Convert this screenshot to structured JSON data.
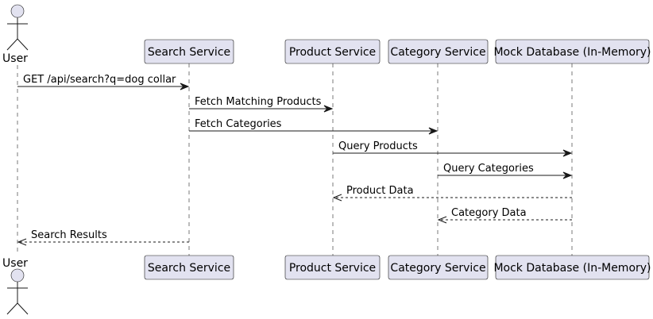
{
  "participants": [
    {
      "id": "user",
      "label": "User",
      "kind": "actor"
    },
    {
      "id": "search",
      "label": "Search Service",
      "kind": "box"
    },
    {
      "id": "product",
      "label": "Product Service",
      "kind": "box"
    },
    {
      "id": "category",
      "label": "Category Service",
      "kind": "box"
    },
    {
      "id": "db",
      "label": "Mock Database (In-Memory)",
      "kind": "box"
    }
  ],
  "messages": [
    {
      "from": "user",
      "to": "search",
      "label": "GET /api/search?q=dog collar",
      "style": "solid"
    },
    {
      "from": "search",
      "to": "product",
      "label": "Fetch Matching Products",
      "style": "solid"
    },
    {
      "from": "search",
      "to": "category",
      "label": "Fetch Categories",
      "style": "solid"
    },
    {
      "from": "product",
      "to": "db",
      "label": "Query Products",
      "style": "solid"
    },
    {
      "from": "category",
      "to": "db",
      "label": "Query Categories",
      "style": "solid"
    },
    {
      "from": "db",
      "to": "product",
      "label": "Product Data",
      "style": "dashed"
    },
    {
      "from": "db",
      "to": "category",
      "label": "Category Data",
      "style": "dashed"
    },
    {
      "from": "search",
      "to": "user",
      "label": "Search Results",
      "style": "dashed"
    }
  ],
  "colors": {
    "box_fill": "#e2e2f0",
    "line": "#181818",
    "lifeline": "#7a7a7a"
  }
}
